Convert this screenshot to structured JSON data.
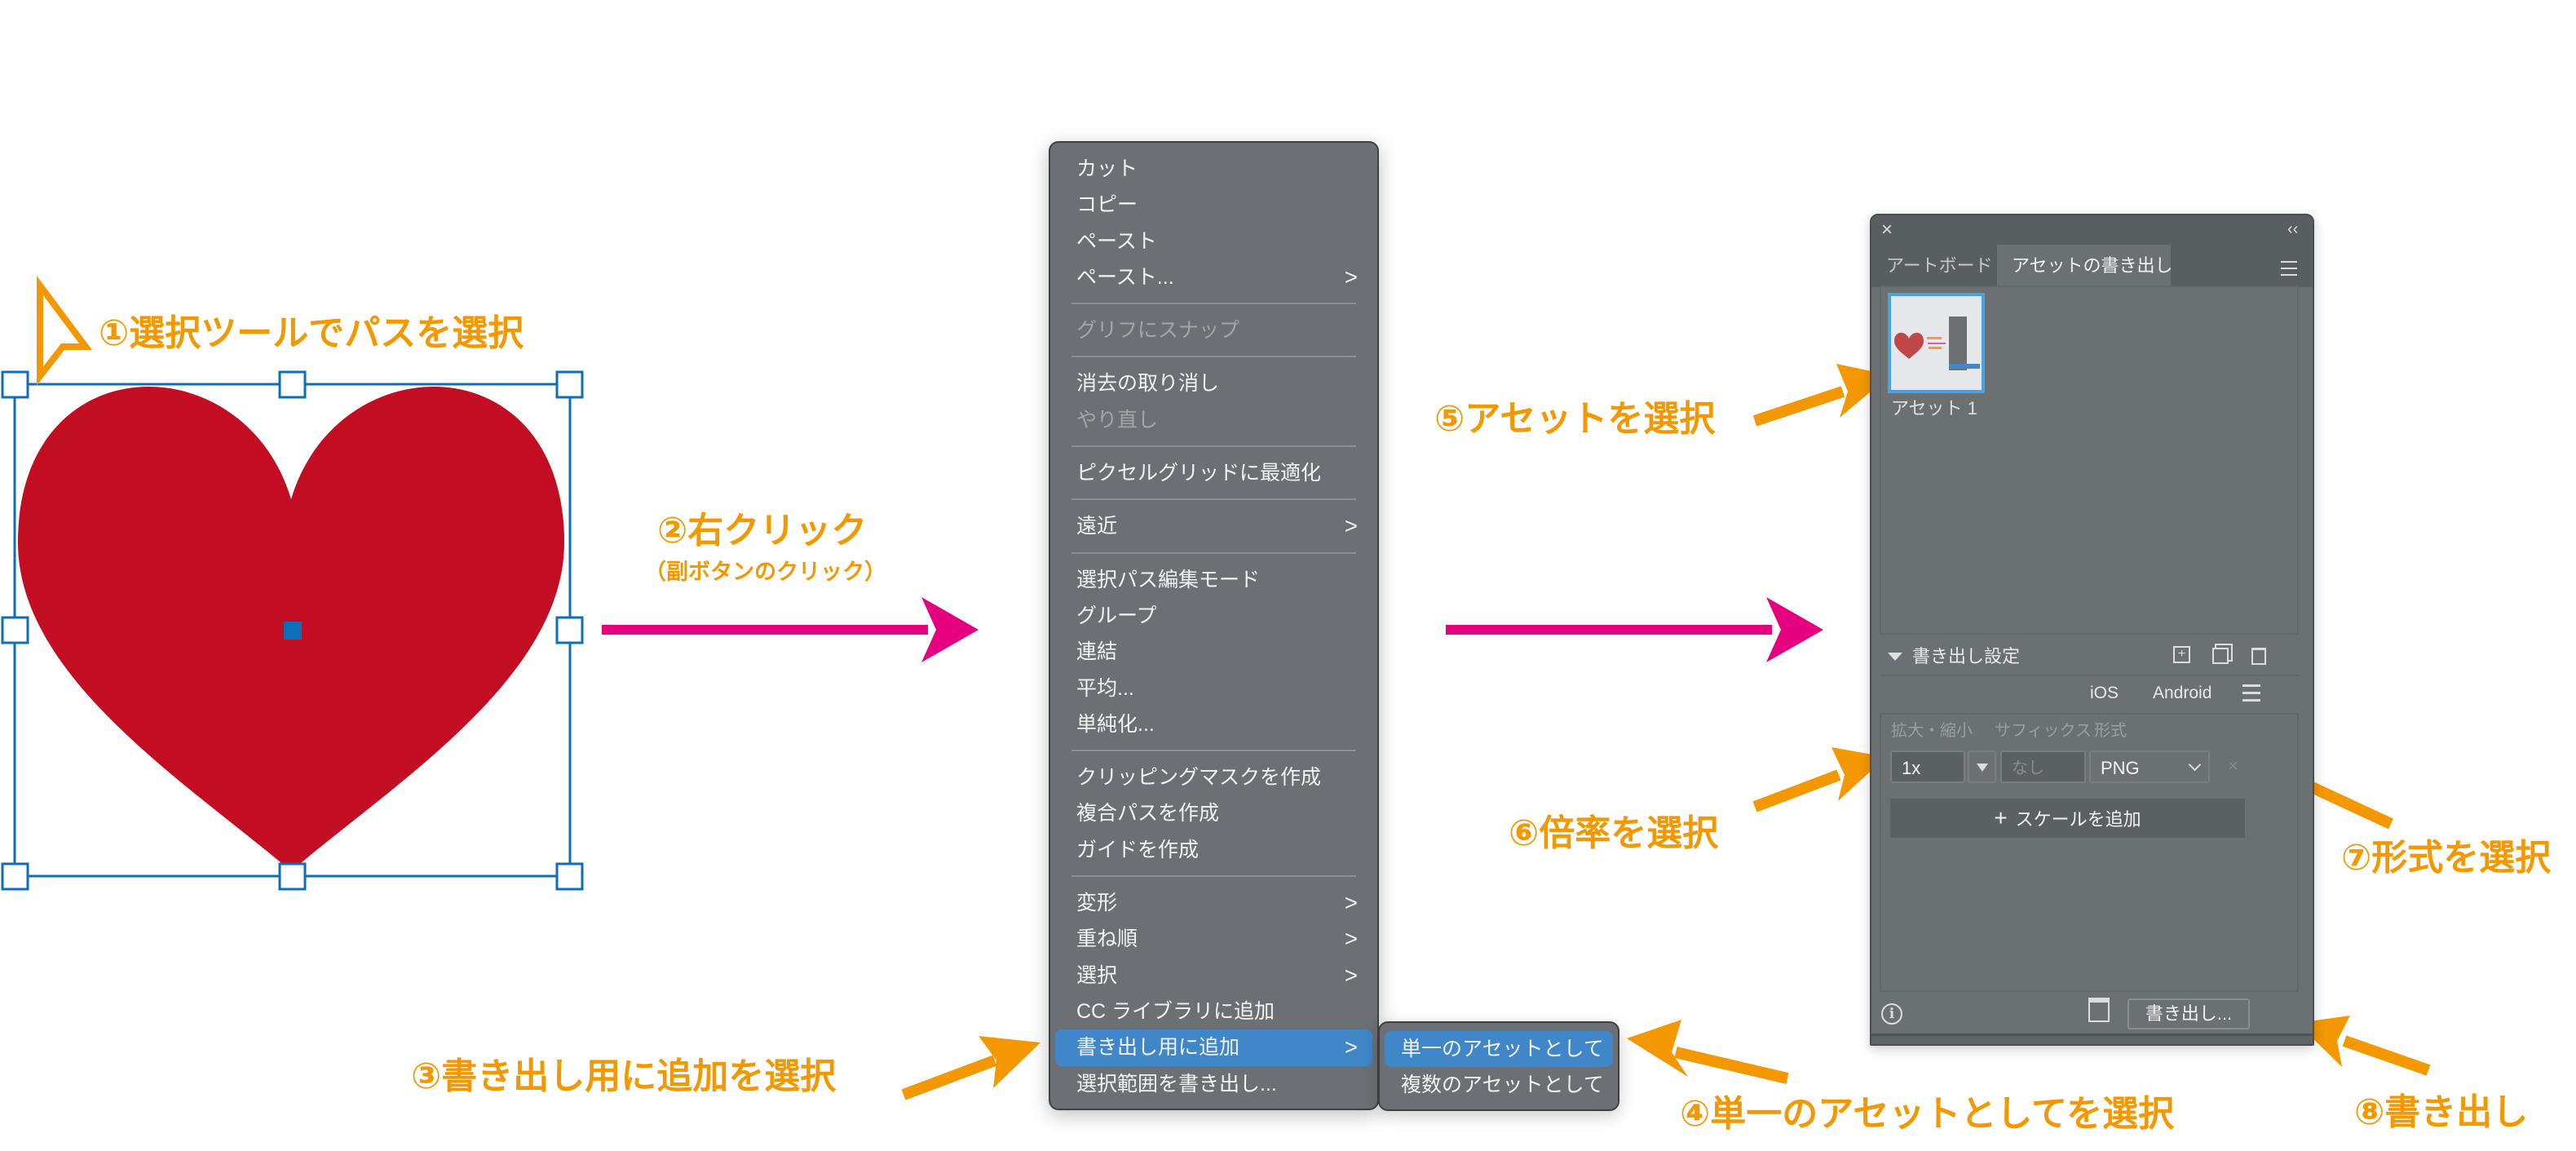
{
  "annotations": {
    "step1": "①選択ツールでパスを選択",
    "step2": "②右クリック",
    "step2_sub": "（副ボタンのクリック）",
    "step3": "③書き出し用に追加を選択",
    "step4": "④単一のアセットとしてを選択",
    "step5": "⑤アセットを選択",
    "step6": "⑥倍率を選択",
    "step7": "⑦形式を選択",
    "step8": "⑧書き出し"
  },
  "colors": {
    "annotation": "#F39800",
    "arrow_pink": "#E4007F",
    "heart": "#C30D23",
    "selection": "#0F6EB9",
    "highlight": "#3F87C9"
  },
  "context_menu": {
    "items": [
      {
        "label": "カット"
      },
      {
        "label": "コピー"
      },
      {
        "label": "ペースト"
      },
      {
        "label": "ペースト...",
        "submenu": true
      },
      {
        "separator": true
      },
      {
        "label": "グリフにスナップ",
        "disabled": true
      },
      {
        "separator": true
      },
      {
        "label": "消去の取り消し"
      },
      {
        "label": "やり直し",
        "disabled": true
      },
      {
        "separator": true
      },
      {
        "label": "ピクセルグリッドに最適化"
      },
      {
        "separator": true
      },
      {
        "label": "遠近",
        "submenu": true
      },
      {
        "separator": true
      },
      {
        "label": "選択パス編集モード"
      },
      {
        "label": "グループ"
      },
      {
        "label": "連結"
      },
      {
        "label": "平均..."
      },
      {
        "label": "単純化..."
      },
      {
        "separator": true
      },
      {
        "label": "クリッピングマスクを作成"
      },
      {
        "label": "複合パスを作成"
      },
      {
        "label": "ガイドを作成"
      },
      {
        "separator": true
      },
      {
        "label": "変形",
        "submenu": true
      },
      {
        "label": "重ね順",
        "submenu": true
      },
      {
        "label": "選択",
        "submenu": true
      },
      {
        "label": "CC ライブラリに追加"
      },
      {
        "label": "書き出し用に追加",
        "submenu": true,
        "highlighted": true
      },
      {
        "label": "選択範囲を書き出し..."
      }
    ],
    "chevron": ">",
    "submenu_items": [
      {
        "label": "単一のアセットとして",
        "highlighted": true
      },
      {
        "label": "複数のアセットとして"
      }
    ]
  },
  "panel": {
    "close": "×",
    "collapse": "‹‹",
    "tabs": [
      {
        "label": "アートボード"
      },
      {
        "label": "アセットの書き出し",
        "active": true
      }
    ],
    "asset": {
      "name": "アセット 1"
    },
    "export_settings": {
      "title": "書き出し設定",
      "platforms": [
        "iOS",
        "Android"
      ],
      "columns": {
        "scale": "拡大・縮小",
        "suffix": "サフィックス",
        "format": "形式"
      },
      "row": {
        "scale": "1x",
        "suffix_placeholder": "なし",
        "format": "PNG"
      },
      "add_scale": "スケールを追加",
      "add_icon": "+"
    },
    "export_button": "書き出し..."
  }
}
